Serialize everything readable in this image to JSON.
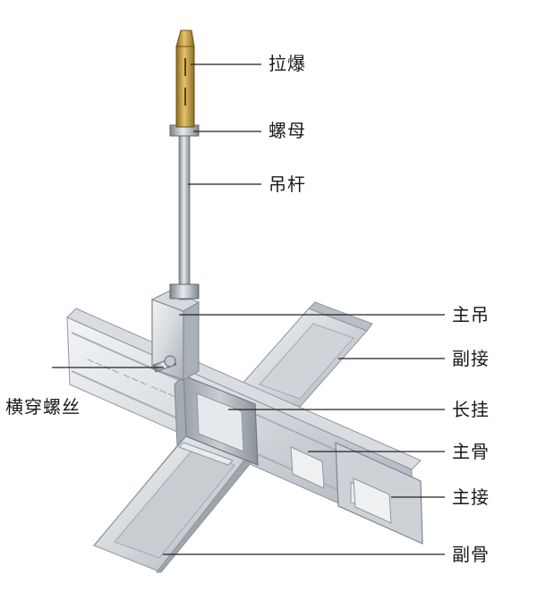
{
  "labels": {
    "expansion_bolt": "拉爆",
    "nut": "螺母",
    "hanger_rod": "吊杆",
    "main_hanger": "主吊",
    "secondary_connector": "副接",
    "cross_screw": "横穿螺丝",
    "long_hanger": "长挂",
    "main_keel": "主骨",
    "main_connector": "主接",
    "secondary_keel": "副骨"
  },
  "colors": {
    "metal_light": "#e4e7ea",
    "metal_mid": "#c3c8cd",
    "metal_dark": "#8f969d",
    "brass": "#c9a24a",
    "leader_line": "#222222"
  }
}
